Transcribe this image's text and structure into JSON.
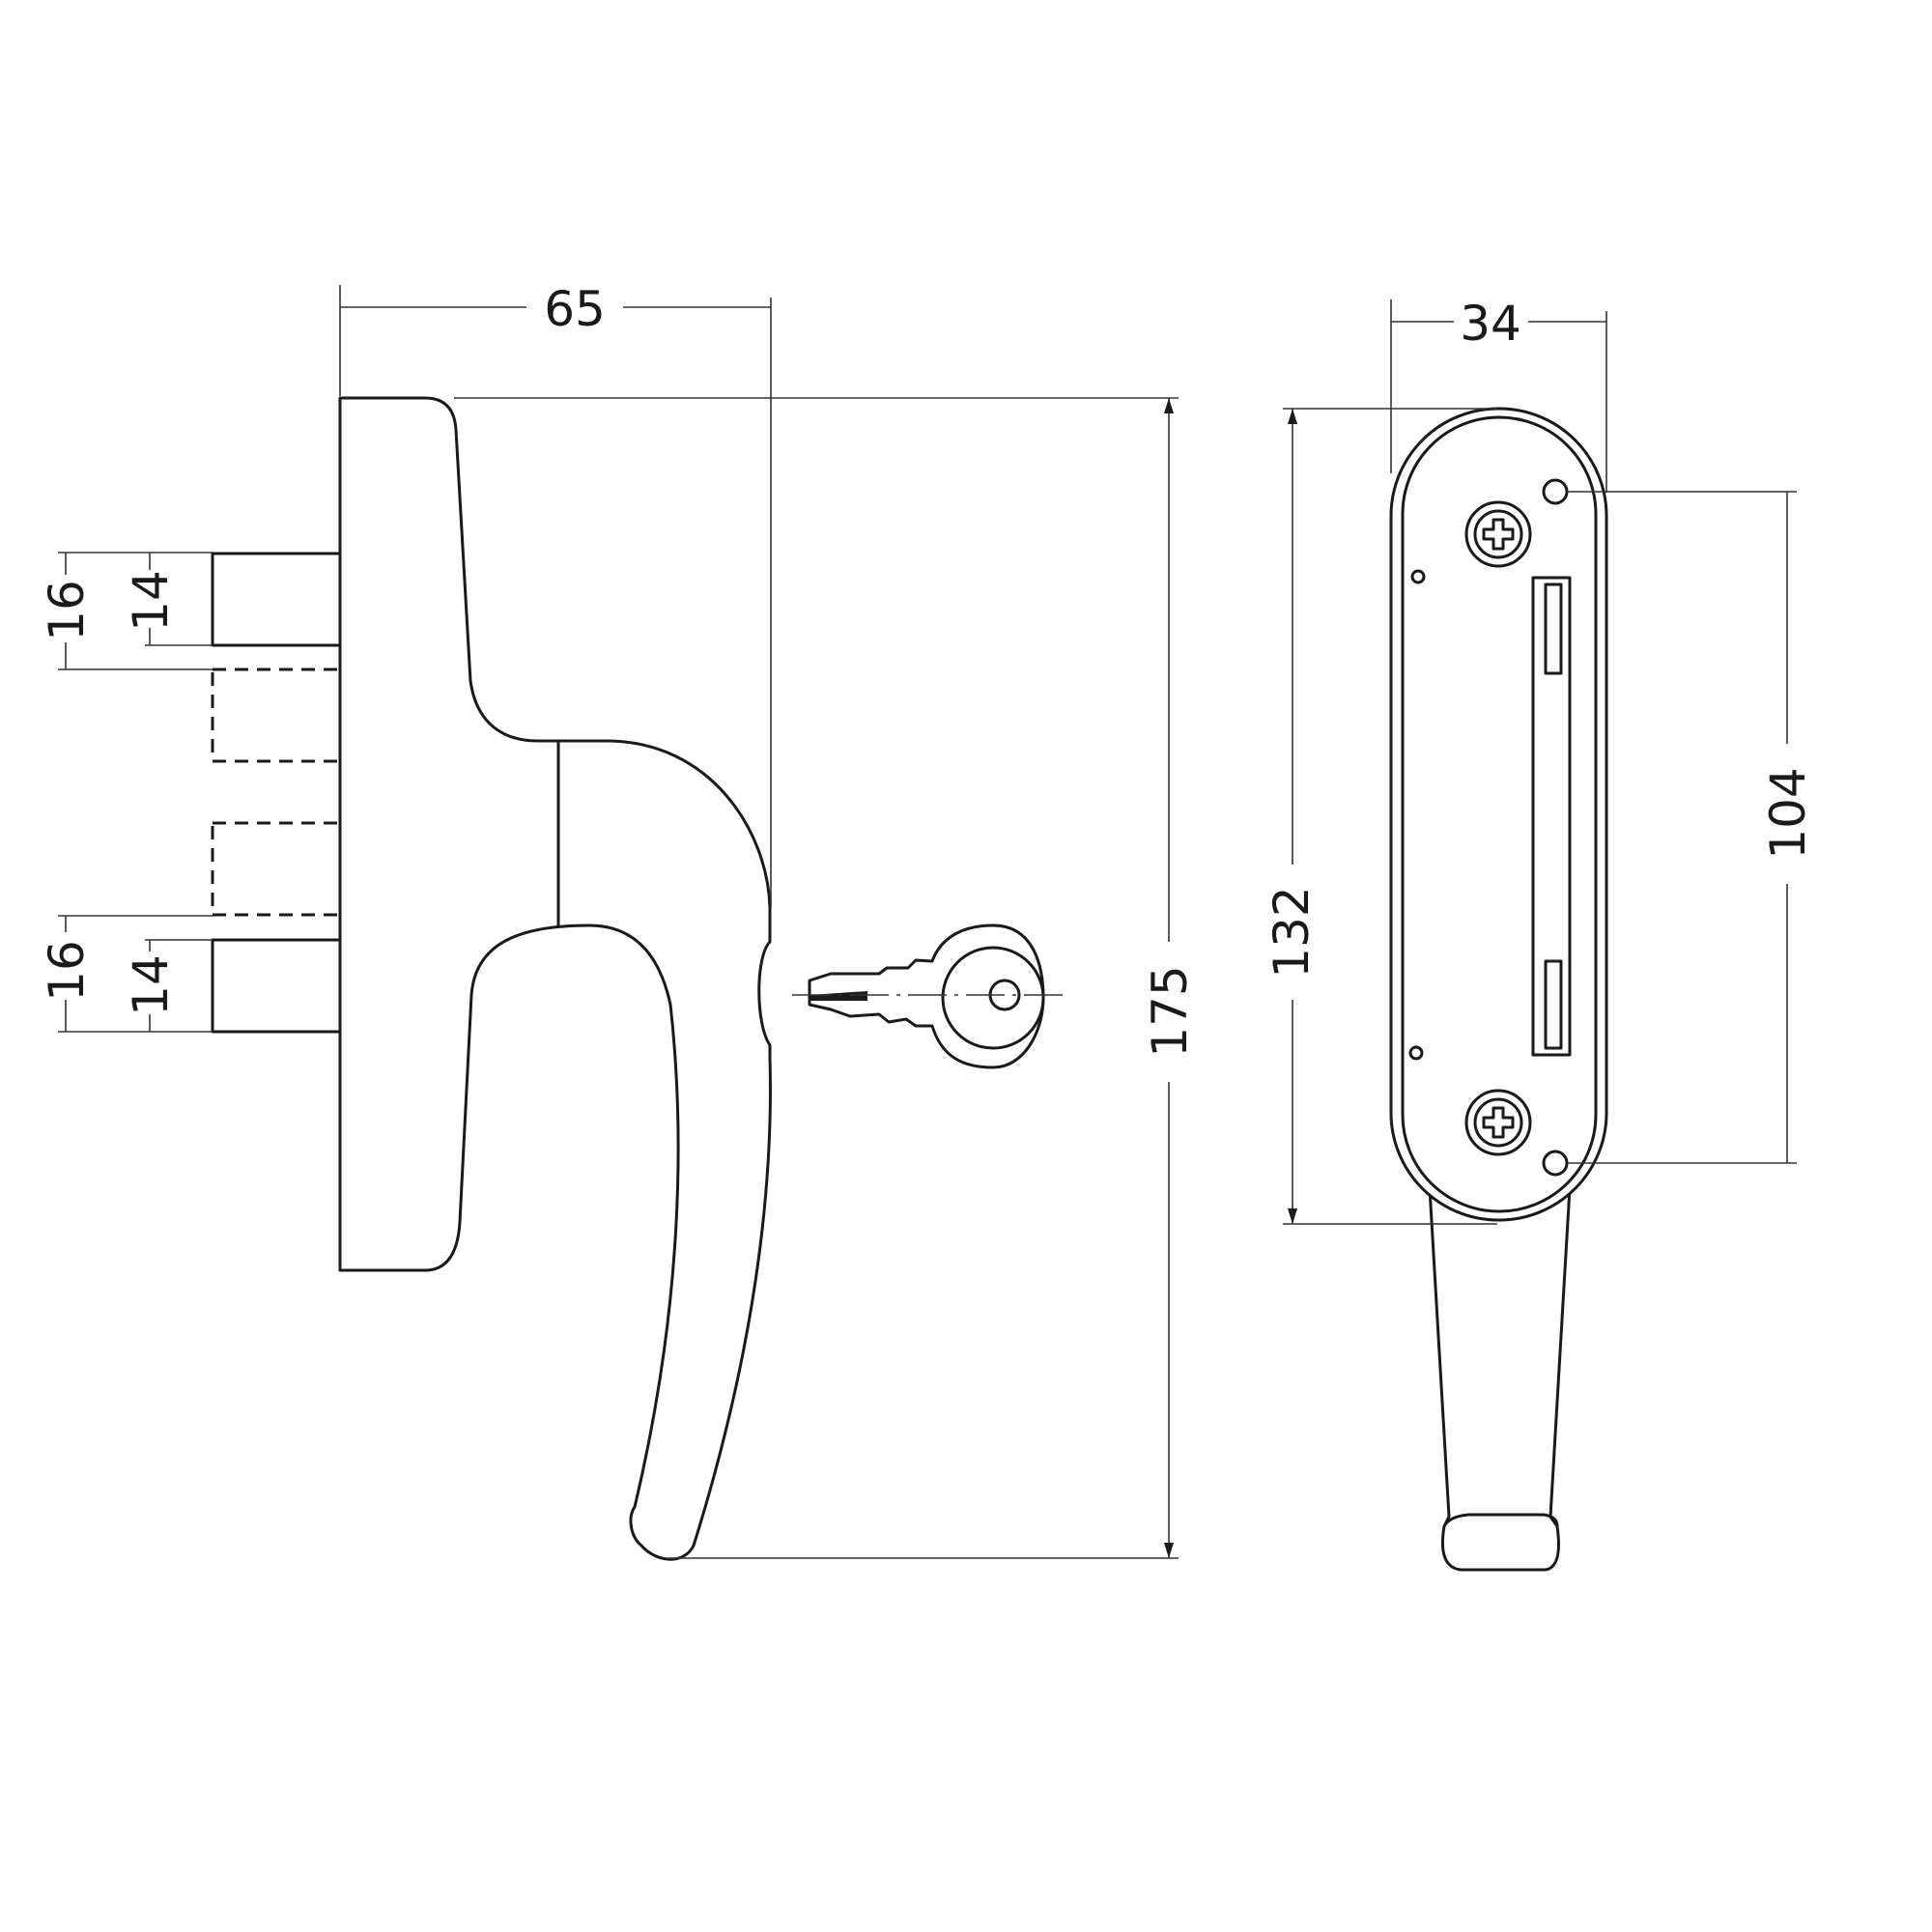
{
  "drawing": {
    "side_view": {
      "width_dim": "65",
      "height_dim": "175",
      "spindle_top": {
        "outer_dim": "16",
        "inner_dim": "14"
      },
      "spindle_bottom": {
        "outer_dim": "16",
        "inner_dim": "14"
      }
    },
    "front_view": {
      "width_dim": "34",
      "plate_height_dim": "132",
      "hole_spacing_dim": "104"
    }
  }
}
